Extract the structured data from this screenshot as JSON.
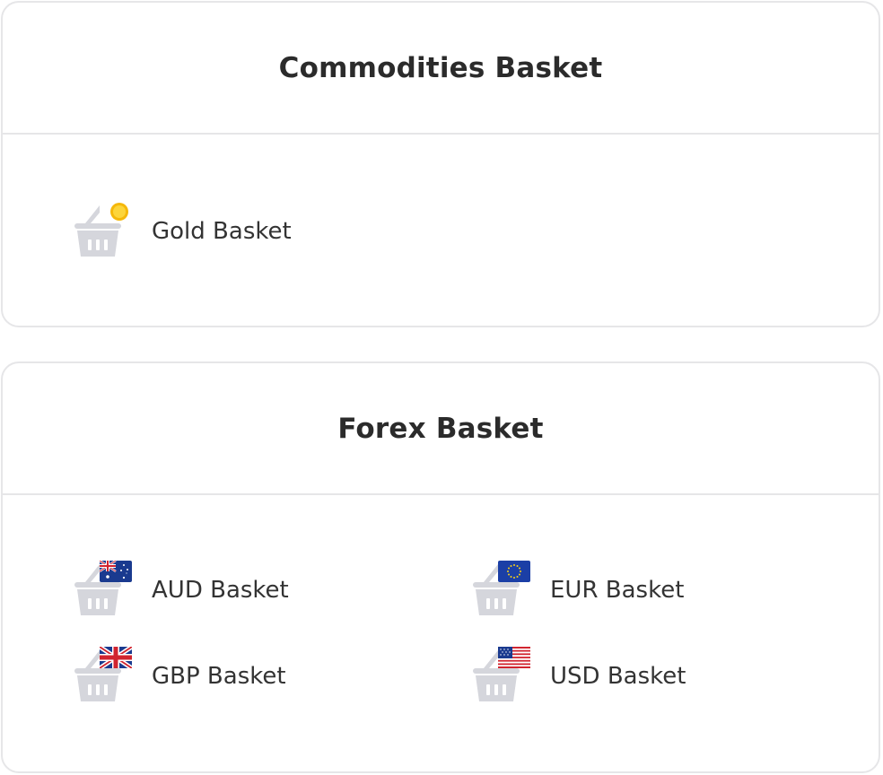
{
  "sections": {
    "commodities": {
      "title": "Commodities Basket",
      "items": [
        {
          "label": "Gold Basket",
          "badge": "gold-coin-icon"
        }
      ]
    },
    "forex": {
      "title": "Forex Basket",
      "items": [
        {
          "label": "AUD Basket",
          "badge": "australia-flag-icon"
        },
        {
          "label": "EUR Basket",
          "badge": "eu-flag-icon"
        },
        {
          "label": "GBP Basket",
          "badge": "uk-flag-icon"
        },
        {
          "label": "USD Basket",
          "badge": "us-flag-icon"
        }
      ]
    }
  },
  "colors": {
    "basket": "#d5d6dc",
    "border": "#e6e6e8",
    "text": "#2b2b2b",
    "gold": "#f5b80b"
  }
}
